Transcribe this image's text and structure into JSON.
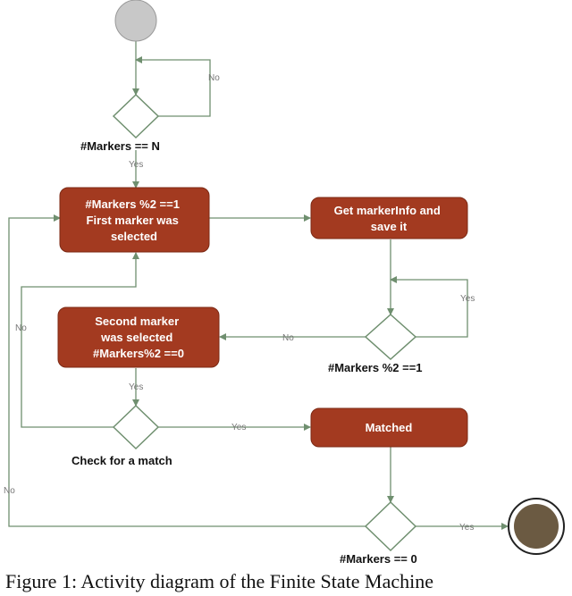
{
  "colors": {
    "action": "#a33a20",
    "action_border": "#7c2a15",
    "start": "#c8c8c8",
    "end": "#6b5a42",
    "decision_fill": "#ffffff",
    "line": "#6f8f6f"
  },
  "nodes": {
    "action1": {
      "lines": [
        "#Markers %2 ==1",
        "First marker was",
        "selected"
      ]
    },
    "action2": {
      "lines": [
        "Get markerInfo and",
        "save it"
      ]
    },
    "action3": {
      "lines": [
        "Second marker",
        "was selected",
        "#Markers%2 ==0"
      ]
    },
    "action4": {
      "lines": [
        "Matched"
      ]
    }
  },
  "conditions": {
    "d1": "#Markers == N",
    "d2": "#Markers %2 ==1",
    "d3": "Check for a match",
    "d4": "#Markers == 0"
  },
  "edge_labels": {
    "d1_no": "No",
    "d1_yes": "Yes",
    "d2_yes": "Yes",
    "d2_no": "No",
    "a3_yes": "Yes",
    "d3_yes": "Yes",
    "d3_no": "No",
    "d4_no": "No",
    "d4_yes": "Yes"
  },
  "caption": "Figure 1: Activity diagram of the Finite State Machine"
}
